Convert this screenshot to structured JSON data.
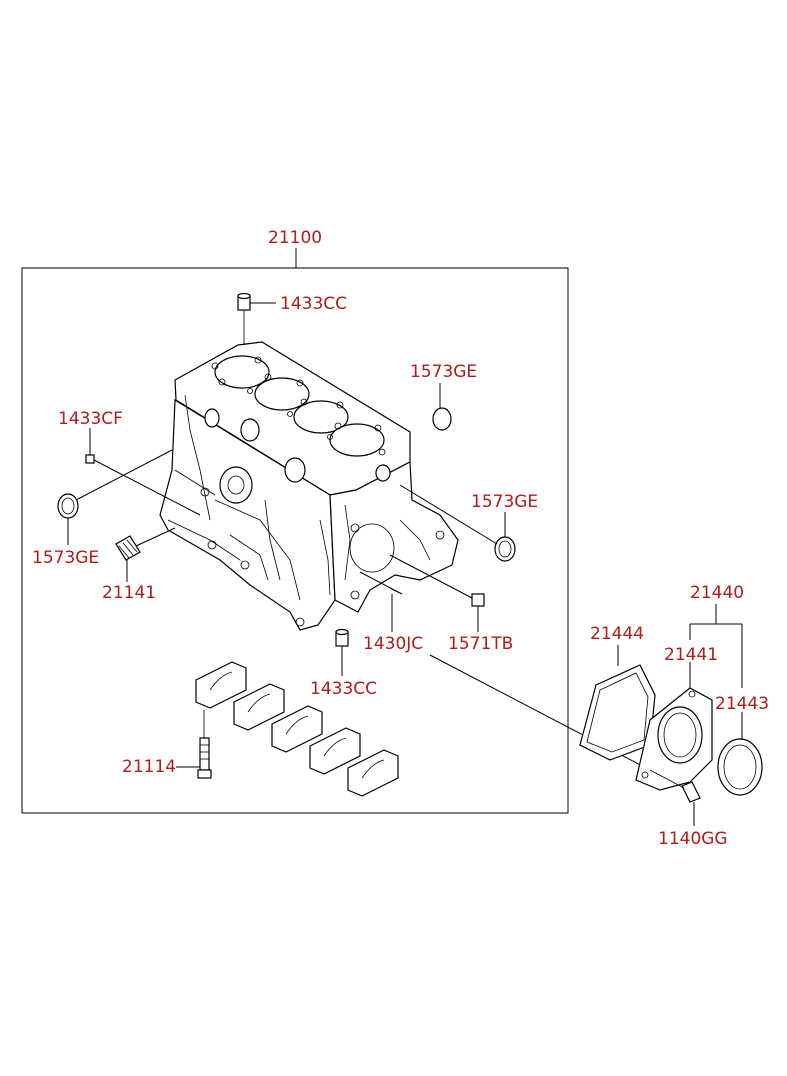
{
  "diagram": {
    "label_color": "#b01c1c",
    "labels": {
      "assembly": "21100",
      "plug_top": "1433CC",
      "plug_bottom": "1433CC",
      "cap_right_top": "1573GE",
      "cap_right": "1573GE",
      "cap_left": "1573GE",
      "pin": "1433CF",
      "sleeve": "21141",
      "dowel": "1430JC",
      "drain": "1571TB",
      "bolt_cap": "21114",
      "seal_assy": "21440",
      "gasket": "21444",
      "seal_case": "21441",
      "oil_seal": "21443",
      "screw": "1140GG"
    }
  }
}
